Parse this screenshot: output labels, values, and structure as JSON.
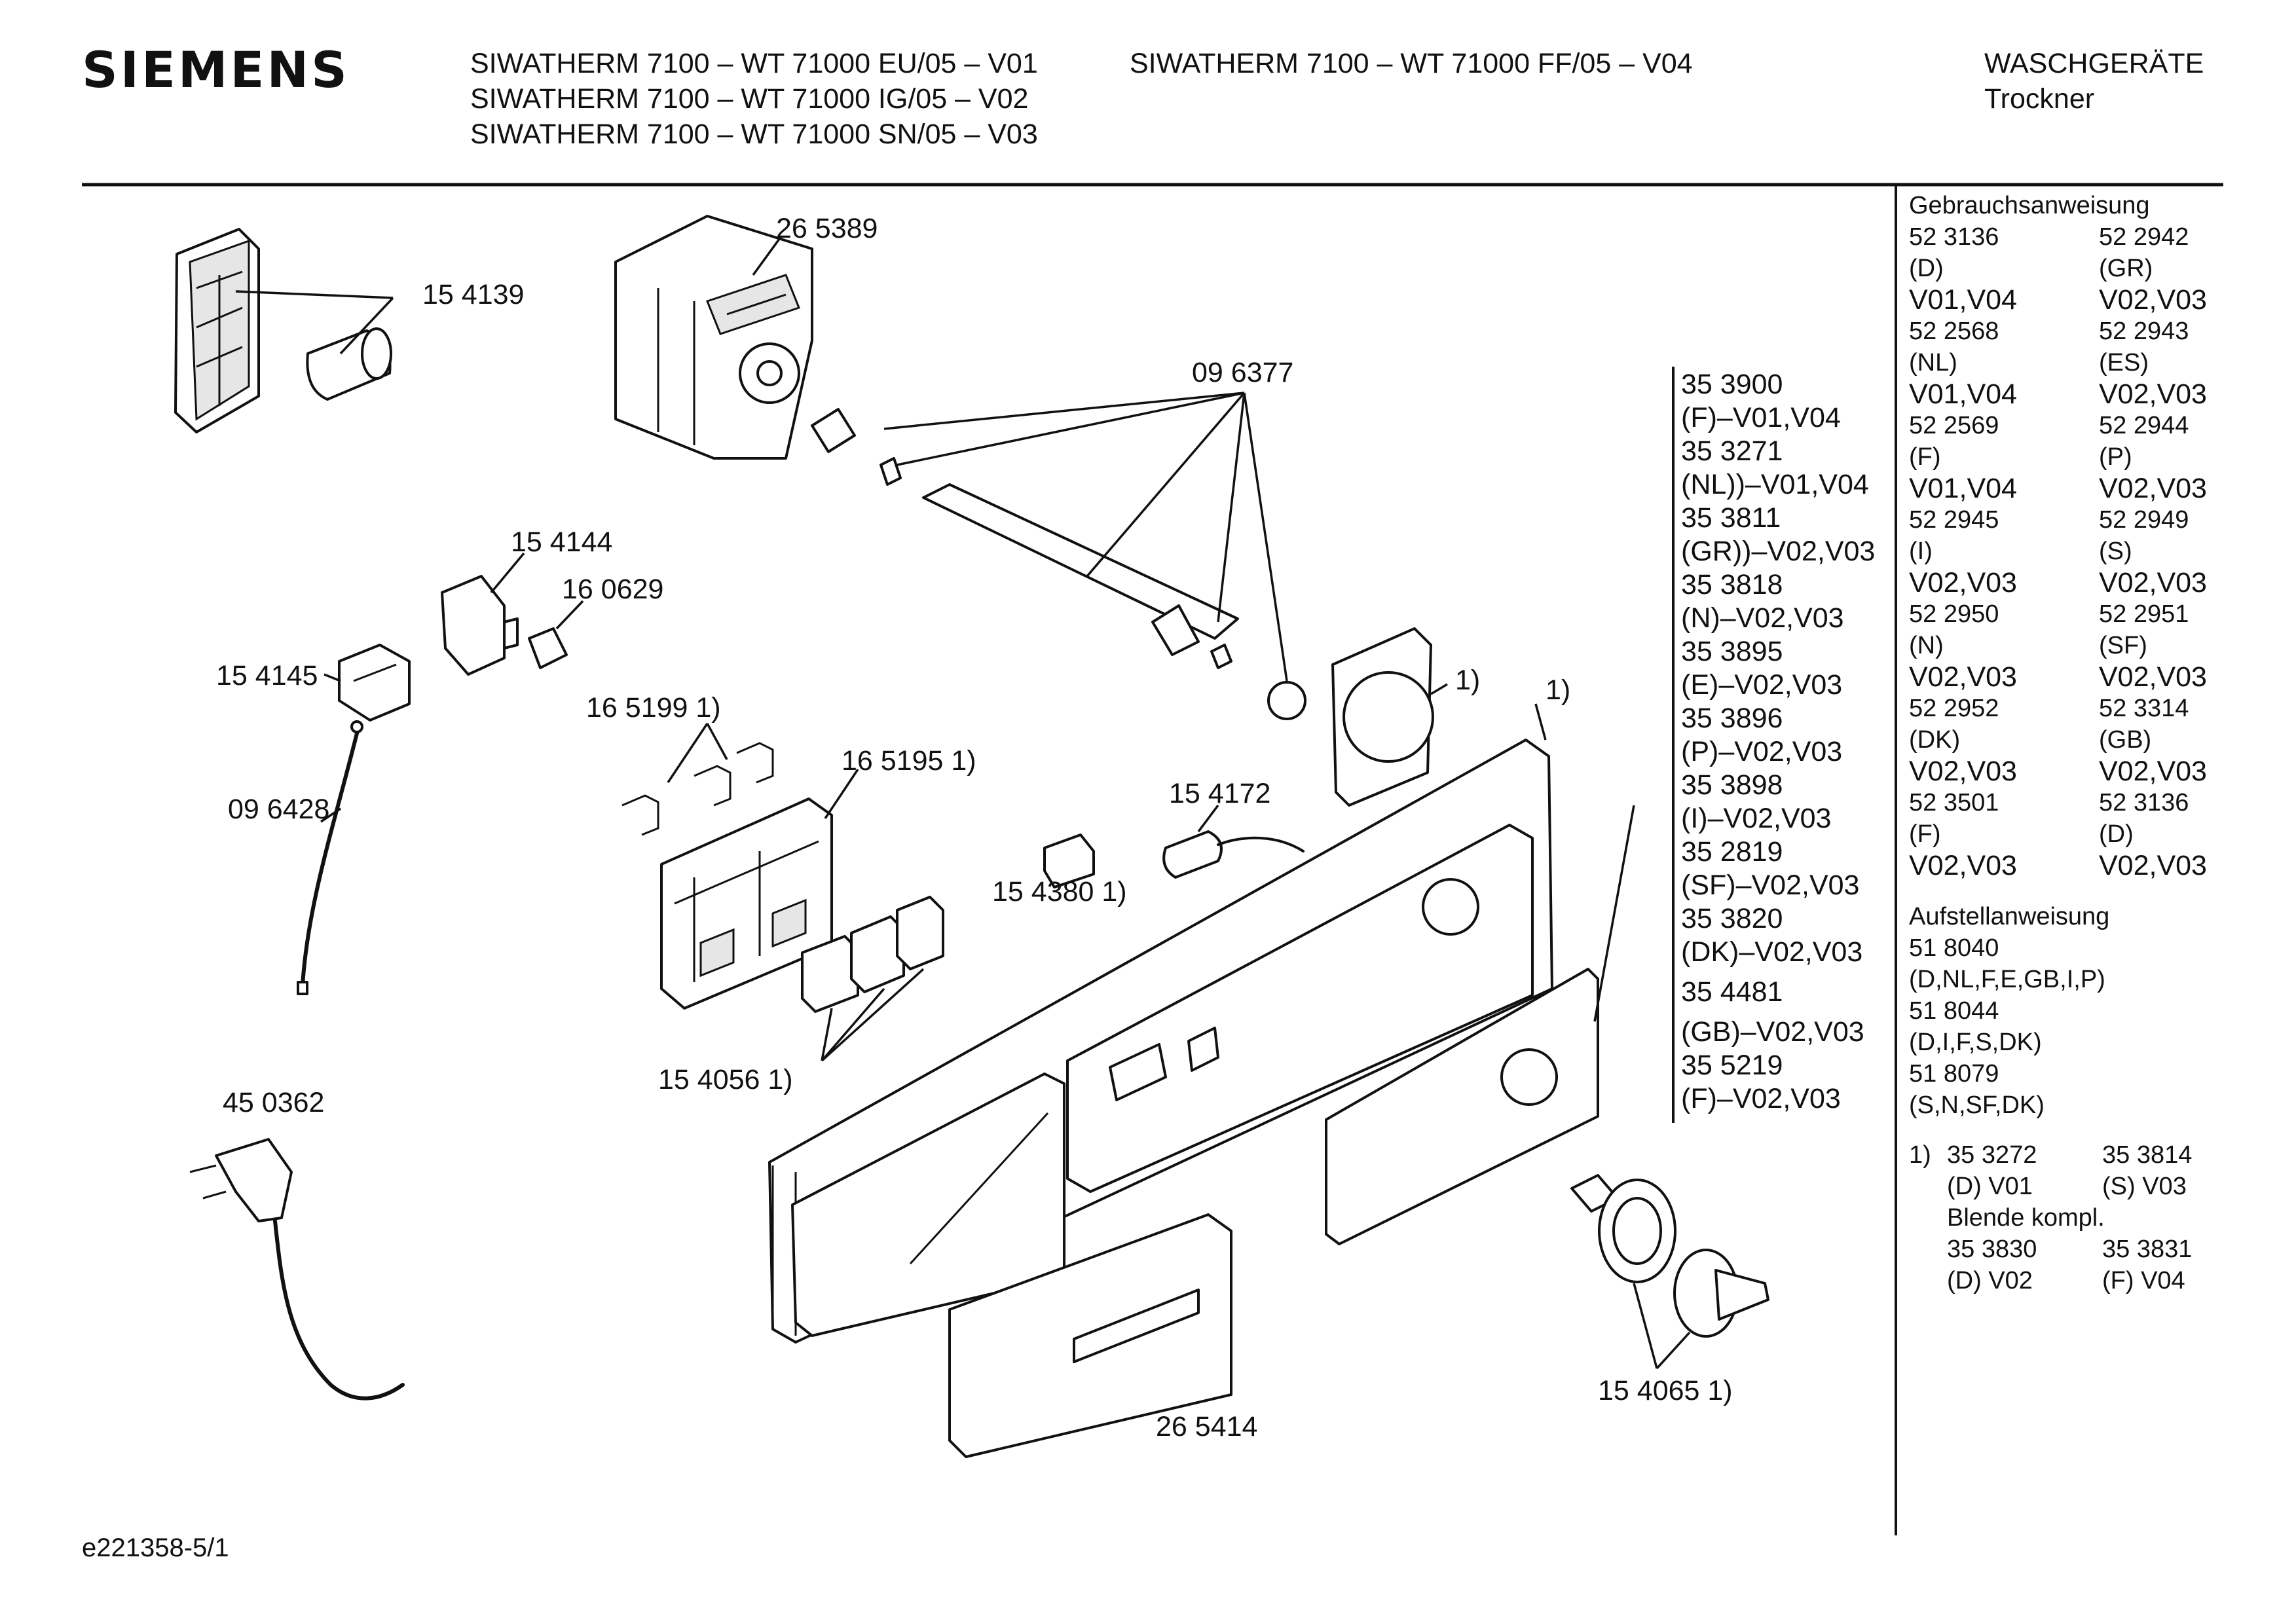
{
  "header": {
    "brand": "SIEMENS",
    "models_col1": [
      "SIWATHERM 7100 – WT 71000 EU/05 – V01",
      "SIWATHERM 7100 – WT 71000 IG/05 – V02",
      "SIWATHERM 7100 – WT 71000 SN/05 – V03"
    ],
    "models_col2": [
      "SIWATHERM 7100 – WT 71000 FF/05 – V04"
    ],
    "category": "WASCHGERÄTE",
    "subcategory": "Trockner"
  },
  "callouts": [
    {
      "id": "c1",
      "text": "15 4139"
    },
    {
      "id": "c2",
      "text": "26 5389"
    },
    {
      "id": "c3",
      "text": "09 6377"
    },
    {
      "id": "c4",
      "text": "15 4144"
    },
    {
      "id": "c5",
      "text": "16 0629"
    },
    {
      "id": "c6",
      "text": "15 4145"
    },
    {
      "id": "c7",
      "text": "09 6428"
    },
    {
      "id": "c8",
      "text": "16 5199 1)"
    },
    {
      "id": "c9",
      "text": "16 5195 1)"
    },
    {
      "id": "c10",
      "text": "15 4172"
    },
    {
      "id": "c11",
      "text": "15 4380 1)"
    },
    {
      "id": "c12",
      "text": "1)"
    },
    {
      "id": "c13",
      "text": "1)"
    },
    {
      "id": "c14",
      "text": "15 4056 1)"
    },
    {
      "id": "c15",
      "text": "45 0362"
    },
    {
      "id": "c16",
      "text": "15 4065 1)"
    },
    {
      "id": "c17",
      "text": "26 5414"
    }
  ],
  "variant_list": [
    "35 3900",
    "(F)–V01,V04",
    "35 3271",
    "(NL))–V01,V04",
    "35 3811",
    "(GR))–V02,V03",
    "35 3818",
    "(N)–V02,V03",
    "35 3895",
    "(E)–V02,V03",
    "35 3896",
    "(P)–V02,V03",
    "35 3898",
    "(I)–V02,V03",
    "35 2819",
    "(SF)–V02,V03",
    "35 3820",
    "(DK)–V02,V03",
    "35 4481",
    "(GB)–V02,V03",
    "35 5219",
    "(F)–V02,V03"
  ],
  "sidebar": {
    "manual_heading": "Gebrauchsanweisung",
    "manual_rows": [
      [
        "52 3136",
        "52 2942"
      ],
      [
        "(D)",
        "(GR)"
      ],
      [
        "V01,V04",
        "V02,V03"
      ],
      [
        "52 2568",
        "52 2943"
      ],
      [
        "(NL)",
        "(ES)"
      ],
      [
        "V01,V04",
        "V02,V03"
      ],
      [
        "52 2569",
        "52 2944"
      ],
      [
        "(F)",
        "(P)"
      ],
      [
        "V01,V04",
        "V02,V03"
      ],
      [
        "52 2945",
        "52 2949"
      ],
      [
        "(I)",
        "(S)"
      ],
      [
        "V02,V03",
        "V02,V03"
      ],
      [
        "52 2950",
        "52 2951"
      ],
      [
        "(N)",
        "(SF)"
      ],
      [
        "V02,V03",
        "V02,V03"
      ],
      [
        "52 2952",
        "52 3314"
      ],
      [
        "(DK)",
        "(GB)"
      ],
      [
        "V02,V03",
        "V02,V03"
      ],
      [
        "52 3501",
        "52 3136"
      ],
      [
        "(F)",
        "(D)"
      ],
      [
        "V02,V03",
        "V02,V03"
      ]
    ],
    "install_heading": "Aufstellanweisung",
    "install_rows": [
      "51 8040",
      "(D,NL,F,E,GB,I,P)",
      "51 8044",
      "(D,I,F,S,DK)",
      "51 8079",
      "(S,N,SF,DK)"
    ],
    "footnote_marker": "1)",
    "footnote_rows": [
      [
        "35 3272",
        "35 3814"
      ],
      [
        "(D) V01",
        "(S) V03"
      ]
    ],
    "footnote_label": "Blende kompl.",
    "footnote_rows2": [
      [
        "35 3830",
        "35 3831"
      ],
      [
        "(D) V02",
        "(F) V04"
      ]
    ]
  },
  "footer": {
    "doc_id": "e221358-5/1"
  }
}
